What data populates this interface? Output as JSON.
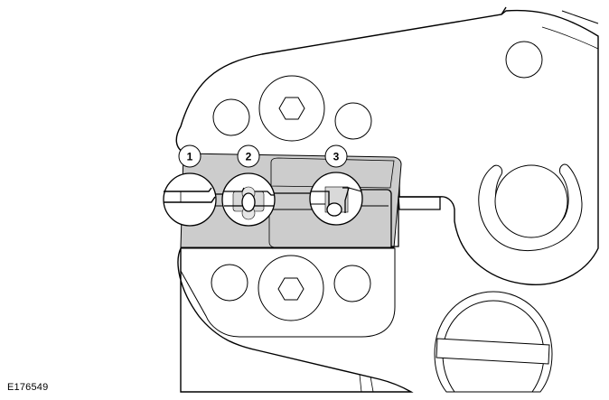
{
  "callouts": [
    {
      "label": "1"
    },
    {
      "label": "2"
    },
    {
      "label": "3"
    }
  ],
  "figure_id": "E176549",
  "colors": {
    "line": "#000000",
    "fill": "#ffffff",
    "shaded_region": "#cccccc"
  }
}
